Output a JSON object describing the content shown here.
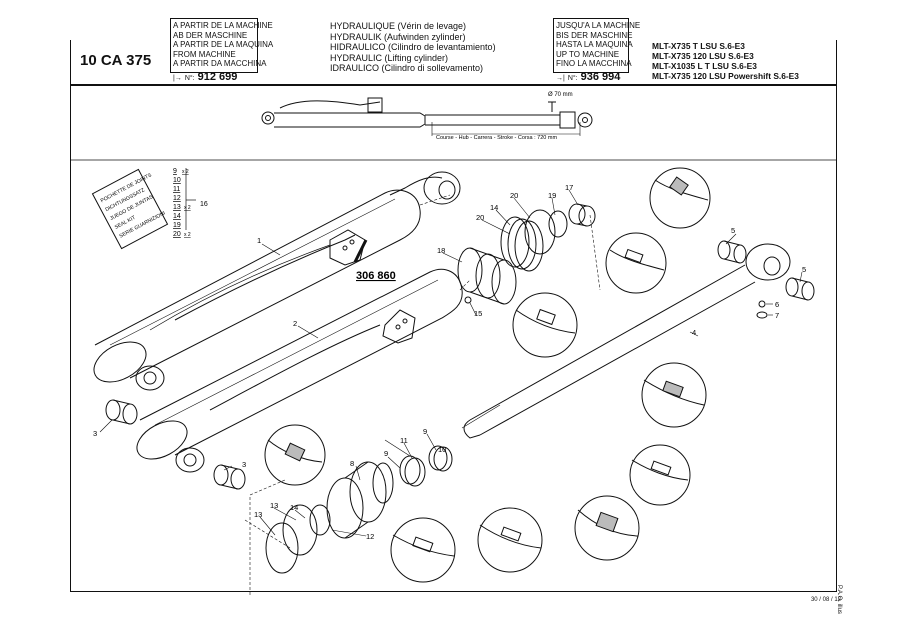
{
  "header": {
    "from_machine": {
      "lines": [
        "A PARTIR DE LA MACHINE",
        "AB DER MASCHINE",
        "A PARTIR DE LA MAQUINA",
        "FROM MACHINE",
        "A PARTIR DA MACCHINA"
      ],
      "serial_label": "N°:",
      "serial": "912 699"
    },
    "catalog_code": "10 CA 375",
    "titles": [
      "HYDRAULIQUE (Vérin de levage)",
      "HYDRAULIK (Aufwinden zylinder)",
      "HIDRAULICO (Cilindro de levantamiento)",
      "HYDRAULIC (Lifting cylinder)",
      "IDRAULICO (Cilindro di sollevamento)"
    ],
    "up_to_machine": {
      "lines": [
        "JUSQU'A LA MACHINE",
        "BIS DER MASCHINE",
        "HASTA LA MAQUINA",
        "UP TO MACHINE",
        "FINO LA MACCHINA"
      ],
      "serial_label": "N°:",
      "serial": "936 994"
    },
    "models": [
      "MLT-X735 T LSU S.6-E3",
      "MLT-X735 120 LSU S.6-E3",
      "MLT-X1035 L T LSU S.6-E3",
      "MLT-X735 120 LSU Powershift S.6-E3"
    ]
  },
  "overview": {
    "diameter": "Ø 70 mm",
    "stroke": "Course - Hub - Carrera - Stroke - Corsa : 720 mm"
  },
  "seal_kit": {
    "label_lines": [
      "POCHETTE DE JOINTS",
      "DICHTUNGSSATZ",
      "JUEGO DE JUNTAS",
      "SEAL KIT",
      "SERIE GUARNIZIONI"
    ],
    "items": [
      "9",
      "10",
      "11",
      "12",
      "13",
      "14",
      "19",
      "20"
    ],
    "qty_9": "x 2",
    "qty_13": "x 2",
    "qty_20": "x 2",
    "ref": "16"
  },
  "part_number": "306 860",
  "callouts": [
    "1",
    "2",
    "3",
    "3",
    "4",
    "5",
    "5",
    "6",
    "7",
    "8",
    "9",
    "9",
    "10",
    "11",
    "12",
    "13",
    "13",
    "14",
    "14",
    "15",
    "17",
    "18",
    "19",
    "20",
    "20"
  ],
  "footer": {
    "date": "30 / 08 / 12",
    "side_note": "P.A.O. illus"
  }
}
